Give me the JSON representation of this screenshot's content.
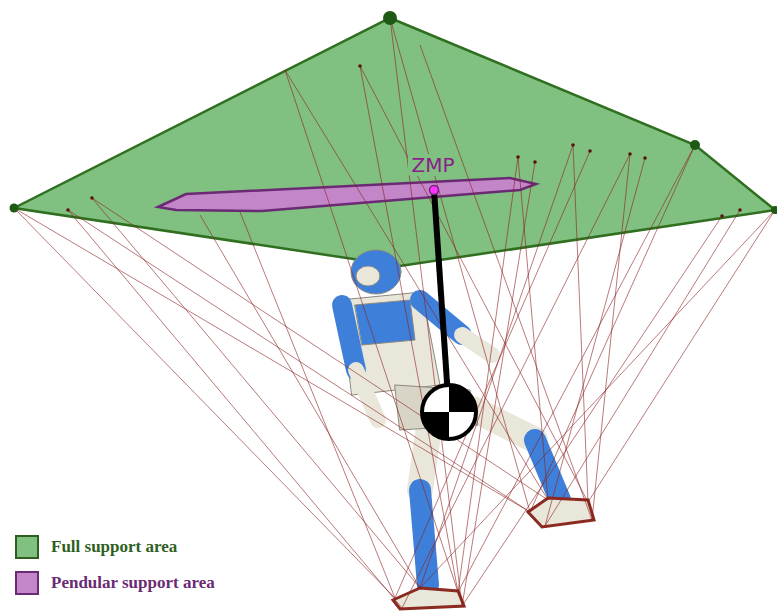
{
  "diagram": {
    "labels": [
      "ZMP"
    ],
    "legend": [
      {
        "text": "Full support area",
        "color": "#80c080"
      },
      {
        "text": "Pendular support area",
        "color": "#c386c8"
      }
    ]
  }
}
